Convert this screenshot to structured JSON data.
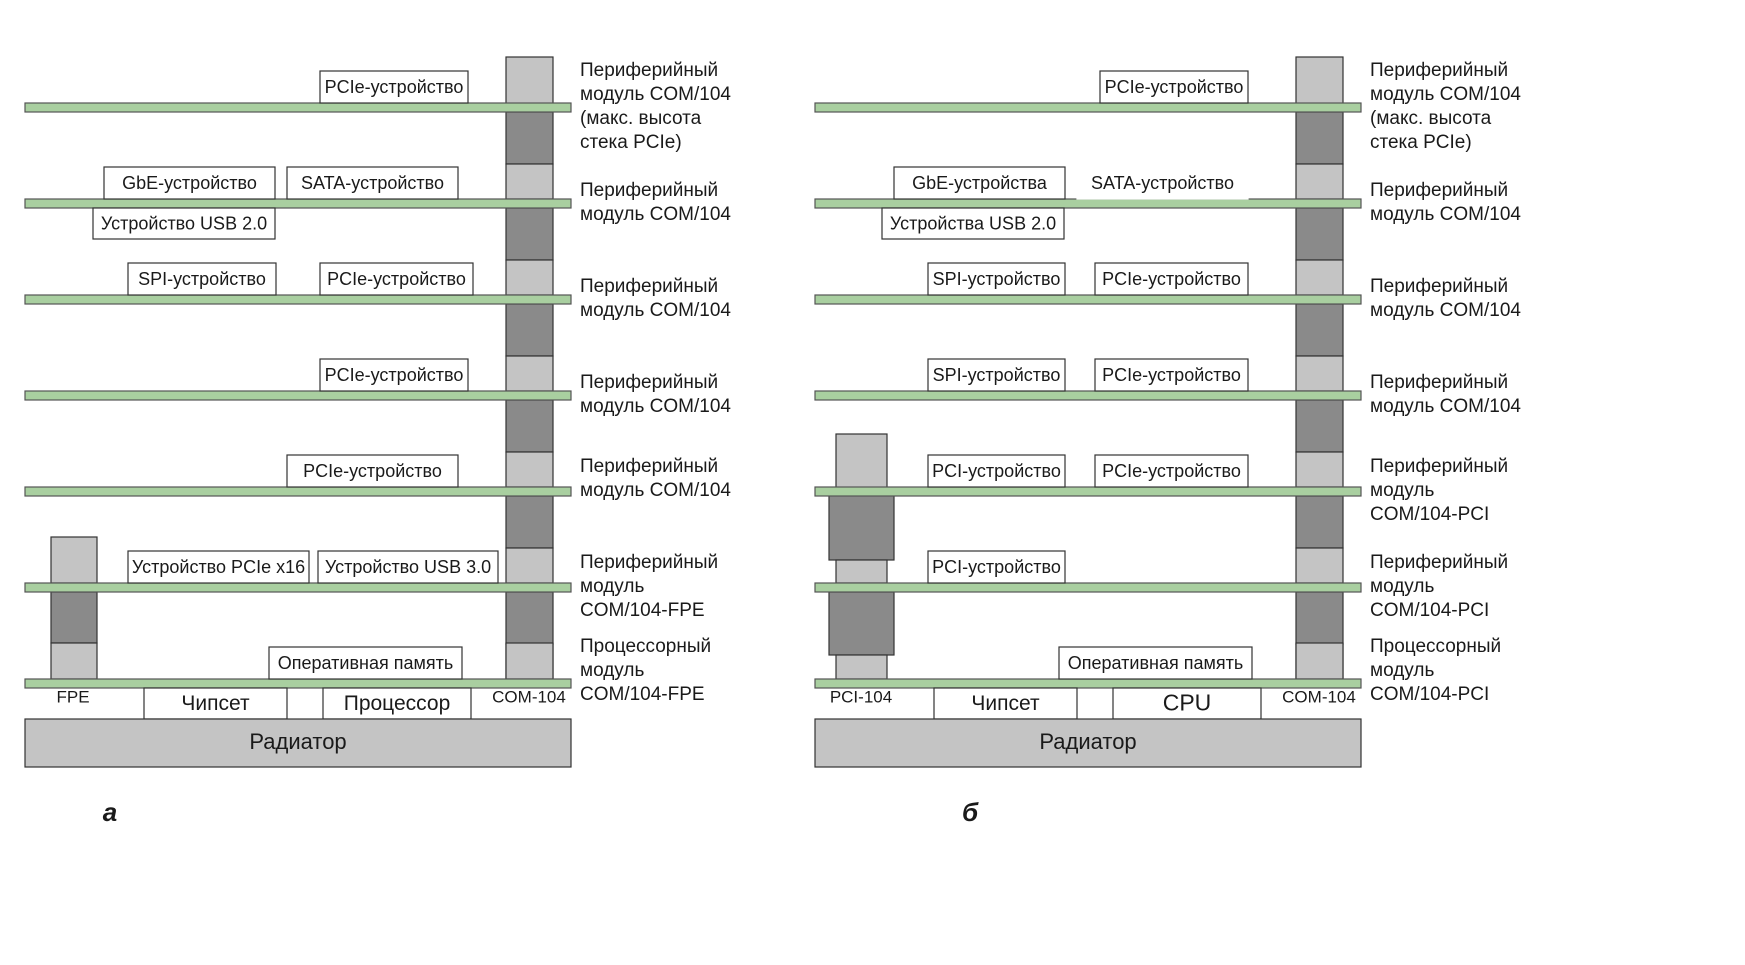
{
  "panel_a": {
    "caption": "а",
    "heatsink": "Радиатор",
    "chipset": "Чипсет",
    "cpu": "Процессор",
    "left_connector": "FPE",
    "right_connector": "COM-104",
    "modules": [
      {
        "lines": [
          "Периферийный",
          "модуль COM/104",
          "(макс. высота",
          "стека PCIe)"
        ],
        "devices": [
          "PCIe-устройство"
        ],
        "below": []
      },
      {
        "lines": [
          "Периферийный",
          "модуль COM/104"
        ],
        "devices": [
          "GbE-устройство",
          "SATA-устройство"
        ],
        "below": [
          "Устройство USB 2.0"
        ]
      },
      {
        "lines": [
          "Периферийный",
          "модуль COM/104"
        ],
        "devices": [
          "SPI-устройство",
          "PCIe-устройство"
        ],
        "below": []
      },
      {
        "lines": [
          "Периферийный",
          "модуль COM/104"
        ],
        "devices": [
          "PCIe-устройство"
        ],
        "below": []
      },
      {
        "lines": [
          "Периферийный",
          "модуль COM/104"
        ],
        "devices": [
          "PCIe-устройство"
        ],
        "below": []
      },
      {
        "lines": [
          "Периферийный",
          "модуль",
          "COM/104-FPE"
        ],
        "devices": [
          "Устройство PCIe x16",
          "Устройство USB 3.0"
        ],
        "below": []
      },
      {
        "lines": [
          "Процессорный",
          "модуль",
          "COM/104-FPE"
        ],
        "devices": [
          "Оперативная память"
        ],
        "below": []
      }
    ]
  },
  "panel_b": {
    "caption": "б",
    "heatsink": "Радиатор",
    "chipset": "Чипсет",
    "cpu": "CPU",
    "left_connector": "PCI-104",
    "right_connector": "COM-104",
    "modules": [
      {
        "lines": [
          "Периферийный",
          "модуль COM/104",
          "(макс. высота",
          "стека PCIe)"
        ],
        "devices": [
          "PCIe-устройство"
        ],
        "below": []
      },
      {
        "lines": [
          "Периферийный",
          "модуль COM/104"
        ],
        "devices": [
          "GbE-устройства",
          "SATA-устройство"
        ],
        "below": [
          "Устройства USB 2.0"
        ]
      },
      {
        "lines": [
          "Периферийный",
          "модуль COM/104"
        ],
        "devices": [
          "SPI-устройство",
          "PCIe-устройство"
        ],
        "below": []
      },
      {
        "lines": [
          "Периферийный",
          "модуль COM/104"
        ],
        "devices": [
          "SPI-устройство",
          "PCIe-устройство"
        ],
        "below": []
      },
      {
        "lines": [
          "Периферийный",
          "модуль",
          "COM/104-PCI"
        ],
        "devices": [
          "PCI-устройство",
          "PCIe-устройство"
        ],
        "below": []
      },
      {
        "lines": [
          "Периферийный",
          "модуль",
          "COM/104-PCI"
        ],
        "devices": [
          "PCI-устройство"
        ],
        "below": []
      },
      {
        "lines": [
          "Процессорный",
          "модуль",
          "COM/104-PCI"
        ],
        "devices": [
          "Оперативная память"
        ],
        "below": []
      }
    ]
  },
  "colors": {
    "board": "#a9cfa0",
    "board_stroke": "#555555",
    "connector_light": "#c4c4c4",
    "connector_dark": "#8a8a8a",
    "heatsink": "#c4c4c4",
    "box_fill": "#ffffff",
    "stroke": "#333333"
  }
}
